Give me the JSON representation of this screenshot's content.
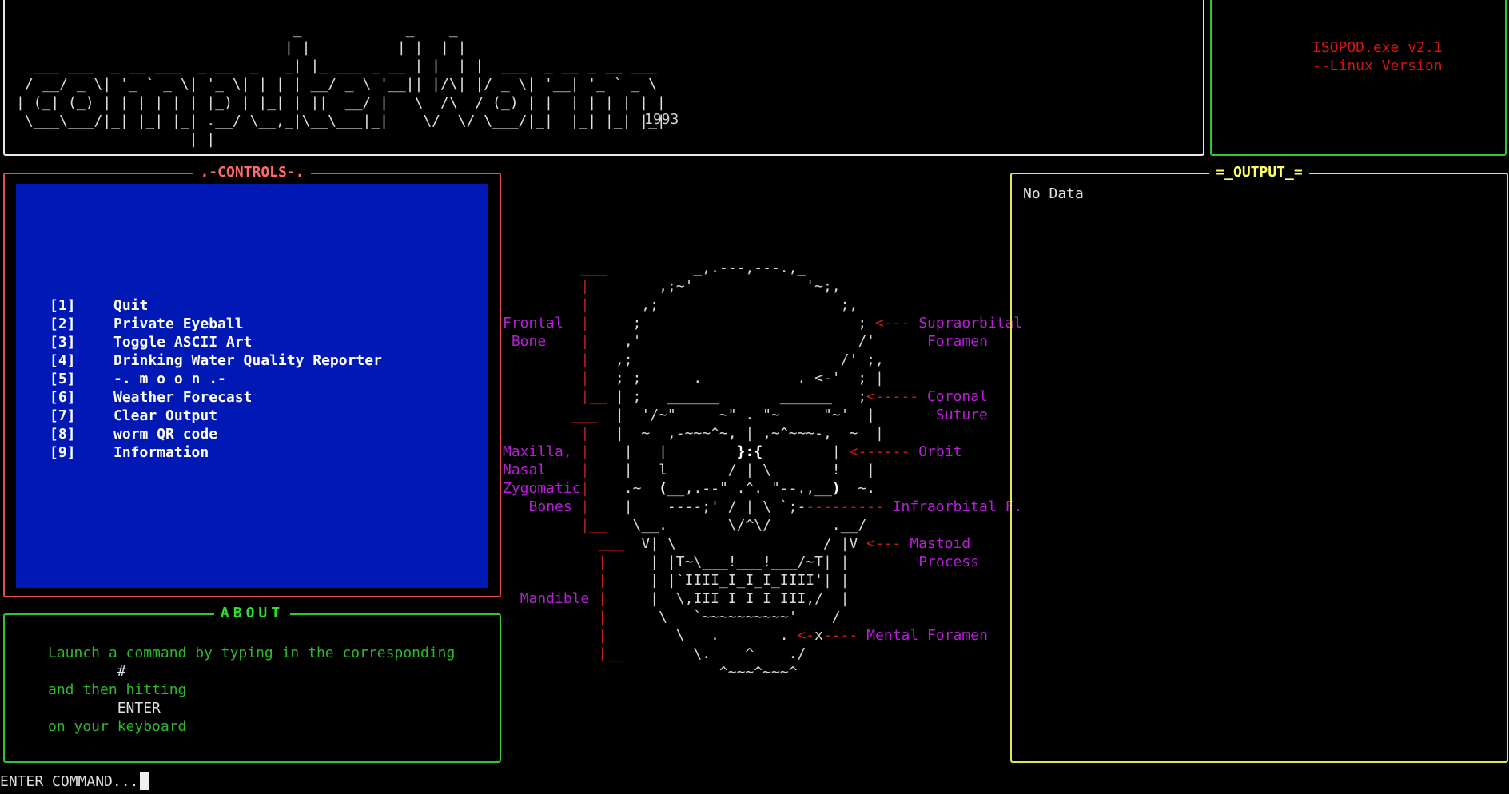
{
  "banner": {
    "art_lines": [
      "                                _            _    _",
      "                               | |          | |  | |",
      "  ___ ___  _ __ ___  _ __  _   _| |_ ___ _ __ | |  | |  ___  _ __ _ __ ___",
      " / __/ _ \\| '_ ` _ \\| '_ \\| | | | __/ _ \\ '__|| |/\\| |/ _ \\| '__| '_ ` _ \\",
      "| (_| (_) | | | | | | |_) | |_| | ||  __/ |   \\  /\\  / (_) | |  | | | | | |",
      " \\___\\___/|_| |_| |_| .__/ \\__,_|\\__\\___|_|    \\/  \\/ \\___/|_|  |_| |_| |_|",
      "                    | |"
    ],
    "year": "1993"
  },
  "version": {
    "lines": [
      "ISOPOD.exe v2.1",
      "--Linux Version"
    ]
  },
  "controls": {
    "title": ".-CONTROLS-.",
    "items": [
      {
        "key": "[1]",
        "label": "Quit"
      },
      {
        "key": "[2]",
        "label": "Private Eyeball"
      },
      {
        "key": "[3]",
        "label": "Toggle ASCII Art"
      },
      {
        "key": "[4]",
        "label": "Drinking Water Quality Reporter"
      },
      {
        "key": "[5]",
        "label": "-. m o o n .-"
      },
      {
        "key": "[6]",
        "label": "Weather Forecast"
      },
      {
        "key": "[7]",
        "label": "Clear Output"
      },
      {
        "key": "[8]",
        "label": "worm QR code"
      },
      {
        "key": "[9]",
        "label": "Information"
      }
    ]
  },
  "about": {
    "title": "ABOUT",
    "line1": "Launch a command by typing in the corresponding",
    "line2": "#",
    "line3": "and then hitting",
    "line4": "ENTER",
    "line5": "on your keyboard"
  },
  "skull": {
    "labels": {
      "frontal": "Frontal",
      "frontal2": "Bone",
      "supraorbital": "Supraorbital",
      "supraorbital2": "Foramen",
      "coronal": "Coronal",
      "coronal2": "Suture",
      "maxilla": "Maxilla,",
      "maxilla2": "Nasal",
      "maxilla3": "Zygomatic",
      "maxilla4": "Bones",
      "orbit": "Orbit",
      "infraorbital": "Infraorbital F.",
      "mastoid": "Mastoid",
      "mastoid2": "Process",
      "mandible": "Mandible",
      "mental": "Mental Foramen"
    }
  },
  "output": {
    "title": "=_OUTPUT_=",
    "text": "No Data"
  },
  "command": {
    "prompt": "ENTER COMMAND..."
  }
}
